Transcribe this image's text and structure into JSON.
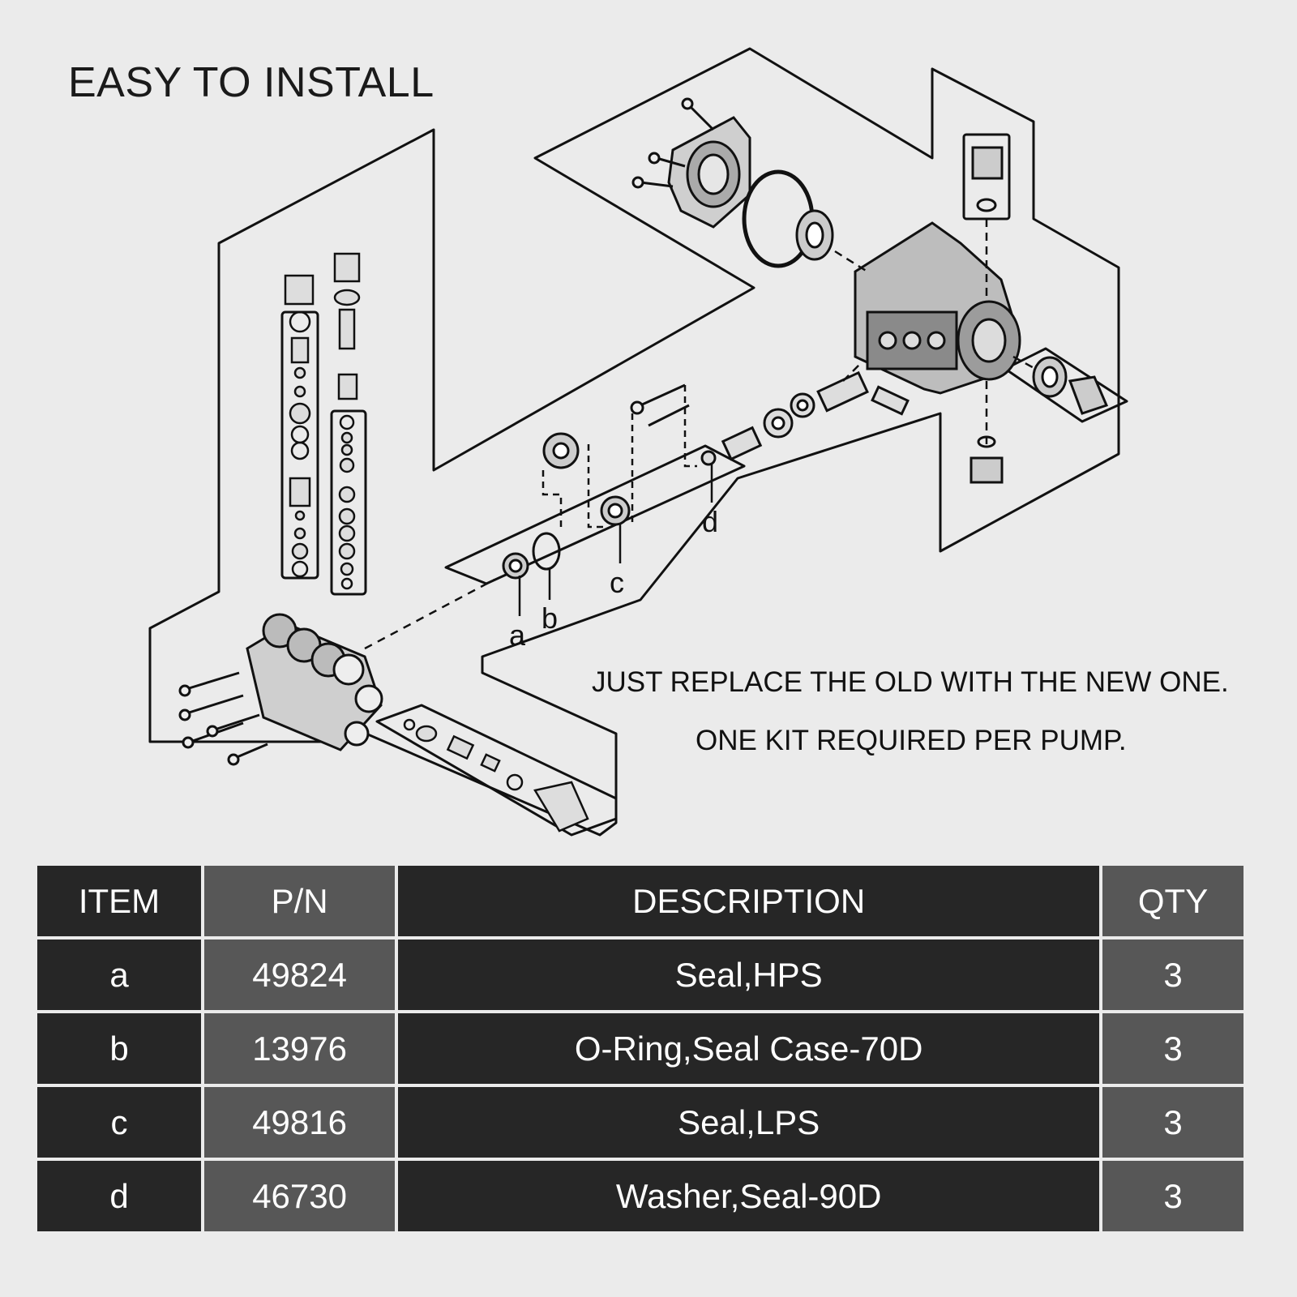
{
  "title": "EASY TO INSTALL",
  "callouts": {
    "a": "a",
    "b": "b",
    "c": "c",
    "d": "d"
  },
  "notes": {
    "line1": "JUST REPLACE THE OLD WITH THE NEW ONE.",
    "line2": "ONE KIT REQUIRED PER PUMP."
  },
  "table": {
    "headers": [
      "ITEM",
      "P/N",
      "DESCRIPTION",
      "QTY"
    ],
    "rows": [
      {
        "item": "a",
        "pn": "49824",
        "description": "Seal,HPS",
        "qty": "3"
      },
      {
        "item": "b",
        "pn": "13976",
        "description": "O-Ring,Seal Case-70D",
        "qty": "3"
      },
      {
        "item": "c",
        "pn": "49816",
        "description": "Seal,LPS",
        "qty": "3"
      },
      {
        "item": "d",
        "pn": "46730",
        "description": "Washer,Seal-90D",
        "qty": "3"
      }
    ]
  },
  "colors": {
    "background": "#ebebeb",
    "header_dark": "#262626",
    "header_mid": "#575757",
    "ink": "#1a1a1a"
  }
}
